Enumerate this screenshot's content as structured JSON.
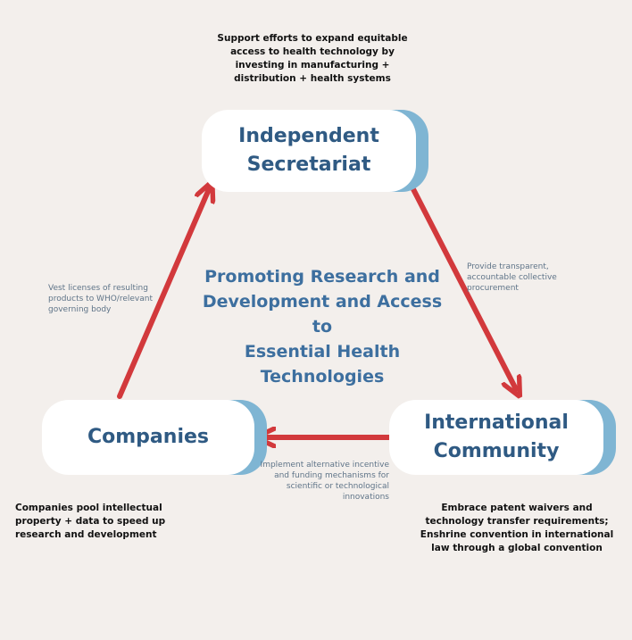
{
  "colors": {
    "background": "#f3efec",
    "arrow": "#d2393c",
    "node_face": "#ffffff",
    "node_shadow": "#7fb5d3",
    "node_text": "#2f5a83",
    "title_text": "#3d6f9f"
  },
  "title": "Promoting Research and\nDevelopment and Access to\nEssential Health\nTechnologies",
  "nodes": {
    "secretariat": "Independent\nSecretariat",
    "community": "International\nCommunity",
    "companies": "Companies"
  },
  "edges": {
    "secretariat_to_community": "Provide transparent,\naccountable collective\nprocurement",
    "community_to_companies": "Implement alternative incentive\nand funding mechanisms for\nscientific or technological\ninnovations",
    "companies_to_secretariat": "Vest licenses of resulting\nproducts to WHO/relevant\ngoverning body"
  },
  "notes": {
    "secretariat": "Support efforts to expand equitable\naccess to health technology by\ninvesting in manufacturing +\ndistribution + health systems",
    "companies": "Companies pool intellectual\nproperty + data to speed up\nresearch and development",
    "community": "Embrace patent waivers and\ntechnology transfer requirements;\nEnshrine convention in international\nlaw through a global convention"
  }
}
